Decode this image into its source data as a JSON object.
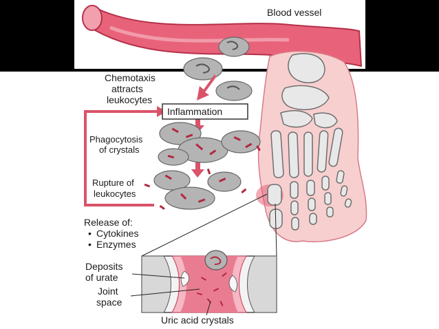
{
  "labels": {
    "blood_vessel": "Blood vessel",
    "chemotaxis": [
      "Chemotaxis",
      "attracts",
      "leukocytes"
    ],
    "inflammation": "Inflammation",
    "phagocytosis": [
      "Phagocytosis",
      "of crystals"
    ],
    "rupture": [
      "Rupture of",
      "leukocytes"
    ],
    "release_title": "Release of:",
    "release_items": [
      "Cytokines",
      "Enzymes"
    ],
    "deposits": [
      "Deposits",
      "of urate"
    ],
    "joint_space": [
      "Joint",
      "space"
    ],
    "uric_acid": "Uric acid crystals"
  },
  "bullet": "•",
  "colors": {
    "frame": "#000000",
    "vessel": "#e8637a",
    "vessel_dark": "#c23a52",
    "skin": "#f6c9c9",
    "bone": "#e6e6e6",
    "bone_outline": "#7a7a7a",
    "cell": "#b4b4b4",
    "crystal": "#b1283f",
    "arrow": "#d9536a"
  }
}
